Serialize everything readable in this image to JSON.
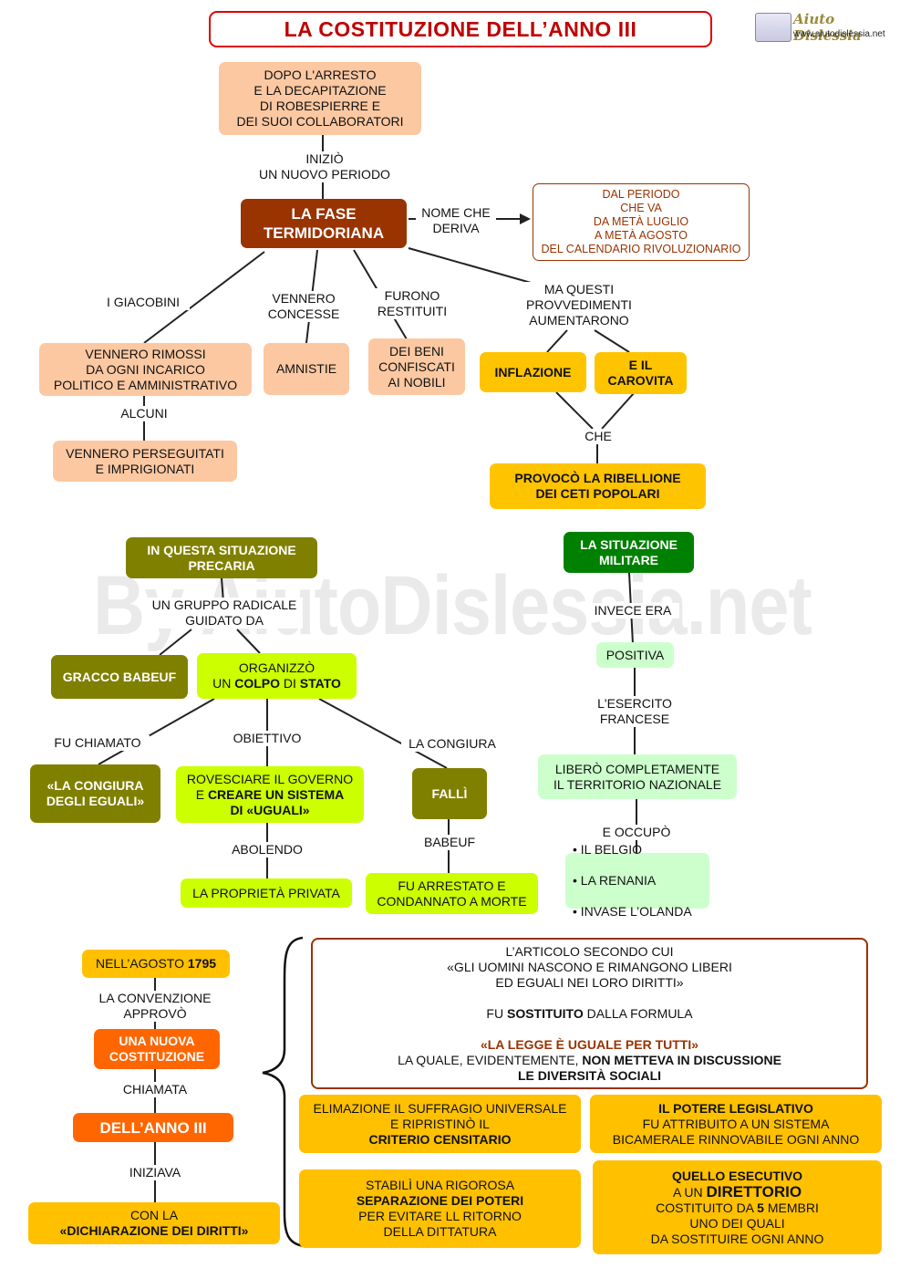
{
  "title": "LA COSTITUZIONE DELL’ANNO III",
  "logo": {
    "brand": "Aiuto Dislessia",
    "url": "www.aiutodislessia.net",
    "icon": "book-logo-icon"
  },
  "watermark": "By AiutoDislessia.net",
  "termidoro": {
    "intro": "DOPO L'ARRESTO\nE LA DECAPITAZIONE\nDI ROBESPIERRE  E\nDEI  SUOI  COLLABORATORI",
    "link_inizio": "INIZIÒ\nUN NUOVO PERIODO",
    "central": "LA FASE\nTERMIDORIANA",
    "link_nome": "NOME CHE\nDERIVA",
    "periodo": "DAL PERIODO\nCHE VA\nDA METÀ LUGLIO\nA METÀ AGOSTO\nDEL CALENDARIO RIVOLUZIONARIO",
    "link_giacobini": "I GIACOBINI",
    "giacobini": "VENNERO RIMOSSI\nDA OGNI INCARICO\nPOLITICO E AMMINISTRATIVO",
    "link_alcuni": "ALCUNI",
    "perseguitati": "VENNERO  PERSEGUITATI\nE  IMPRIGIONATI",
    "link_concesse": "VENNERO\nCONCESSE",
    "amnistie": "AMNISTIE",
    "link_restituiti": "FURONO\nRESTITUITI",
    "beni": "DEI BENI\nCONFISCATI\nAI NOBILI",
    "link_aumentarono": "MA QUESTI\nPROVVEDIMENTI\nAUMENTARONO",
    "inflazione": "INFLAZIONE",
    "carovita": "E IL\nCAROVITA",
    "link_che": "CHE",
    "ribellione": "PROVOCÒ  LA  RIBELLIONE\nDEI CETI POPOLARI"
  },
  "congiura": {
    "situazione": "IN QUESTA SITUAZIONE\nPRECARIA",
    "link_gruppo": "UN GRUPPO RADICALE\nGUIDATO DA",
    "babeuf": "GRACCO BABEUF",
    "colpo_pre": "ORGANIZZÒ",
    "colpo_un": "UN ",
    "colpo_colpo": "COLPO",
    "colpo_di": " DI ",
    "colpo_stato": "STATO",
    "link_chiamato": "FU CHIAMATO",
    "eguali": "«LA CONGIURA\nDEGLI EGUALI»",
    "link_obiettivo": "OBIETTIVO",
    "obiettivo_a": "ROVESCIARE IL GOVERNO",
    "obiettivo_b": "E ",
    "obiettivo_c": "CREARE UN SISTEMA",
    "obiettivo_d": "DI «UGUALI»",
    "link_abolendo": "ABOLENDO",
    "proprieta": "LA PROPRIETÀ PRIVATA",
    "link_congiura": "LA CONGIURA",
    "falli": "FALLÌ",
    "link_babeuf": "BABEUF",
    "arrestato": "FU ARRESTATO E\nCONDANNATO A MORTE"
  },
  "militare": {
    "title": "LA SITUAZIONE\nMILITARE",
    "link_invece": "INVECE ERA",
    "positiva": "POSITIVA",
    "link_esercito": "L'ESERCITO\nFRANCESE",
    "libero": "LIBERÒ  COMPLETAMENTE\nIL  TERRITORIO NAZIONALE",
    "link_occupo": "E OCCUPÒ",
    "list": [
      "IL BELGIO",
      "LA RENANIA",
      "INVASE L’OLANDA"
    ]
  },
  "costituzione": {
    "agosto_pre": "NELL’AGOSTO ",
    "agosto_year": "1795",
    "link_convenzione": "LA CONVENZIONE\nAPPROVÒ",
    "nuova": "UNA NUOVA\nCOSTITUZIONE",
    "link_chiamata": "CHIAMATA",
    "anno": "DELL’ANNO III",
    "link_iniziava": "INIZIAVA",
    "dich_pre": "CON LA",
    "dich": "«DICHIARAZIONE DEI DIRITTI»",
    "articolo_1": "L’ARTICOLO SECONDO CUI\n«GLI UOMINI NASCONO E RIMANGONO LIBERI\nED EGUALI NEI LORO DIRITTI»",
    "articolo_2a": "FU ",
    "articolo_2b": "SOSTITUITO",
    "articolo_2c": " DALLA FORMULA",
    "articolo_3": "«LA LEGGE È UGUALE PER TUTTI»",
    "articolo_4a": "LA QUALE, EVIDENTEMENTE, ",
    "articolo_4b": "NON METTEVA IN DISCUSSIONE",
    "articolo_5": "LE  DIVERSITÀ  SOCIALI",
    "suffragio_a": "ELIMAZIONE IL SUFFRAGIO UNIVERSALE\nE RIPRISTINÒ IL",
    "suffragio_b": "CRITERIO CENSITARIO",
    "legislativo_a": "IL POTERE LEGISLATIVO",
    "legislativo_b": "FU ATTRIBUITO A UN SISTEMA\nBICAMERALE RINNOVABILE OGNI ANNO",
    "separazione_a": "STABILÌ UNA RIGOROSA",
    "separazione_b": "SEPARAZIONE DEI POTERI",
    "separazione_c": "PER EVITARE LL RITORNO\nDELLA DITTATURA",
    "esecutivo_a": "QUELLO ESECUTIVO",
    "esecutivo_b": "A UN ",
    "esecutivo_c": "DIRETTORIO",
    "esecutivo_d": "COSTITUITO DA ",
    "esecutivo_e": "5",
    "esecutivo_f": " MEMBRI",
    "esecutivo_g": "UNO DEI QUALI\nDA SOSTITUIRE OGNI ANNO"
  },
  "colors": {
    "title_border": "#e00000",
    "title_text": "#c00000",
    "brown": "#993300",
    "gold": "#ffc000",
    "olive": "#808000",
    "lime": "#ccff00",
    "mint": "#ccffcc",
    "green": "#008000",
    "orange": "#ff6600",
    "peach": "#fbc8a2"
  }
}
